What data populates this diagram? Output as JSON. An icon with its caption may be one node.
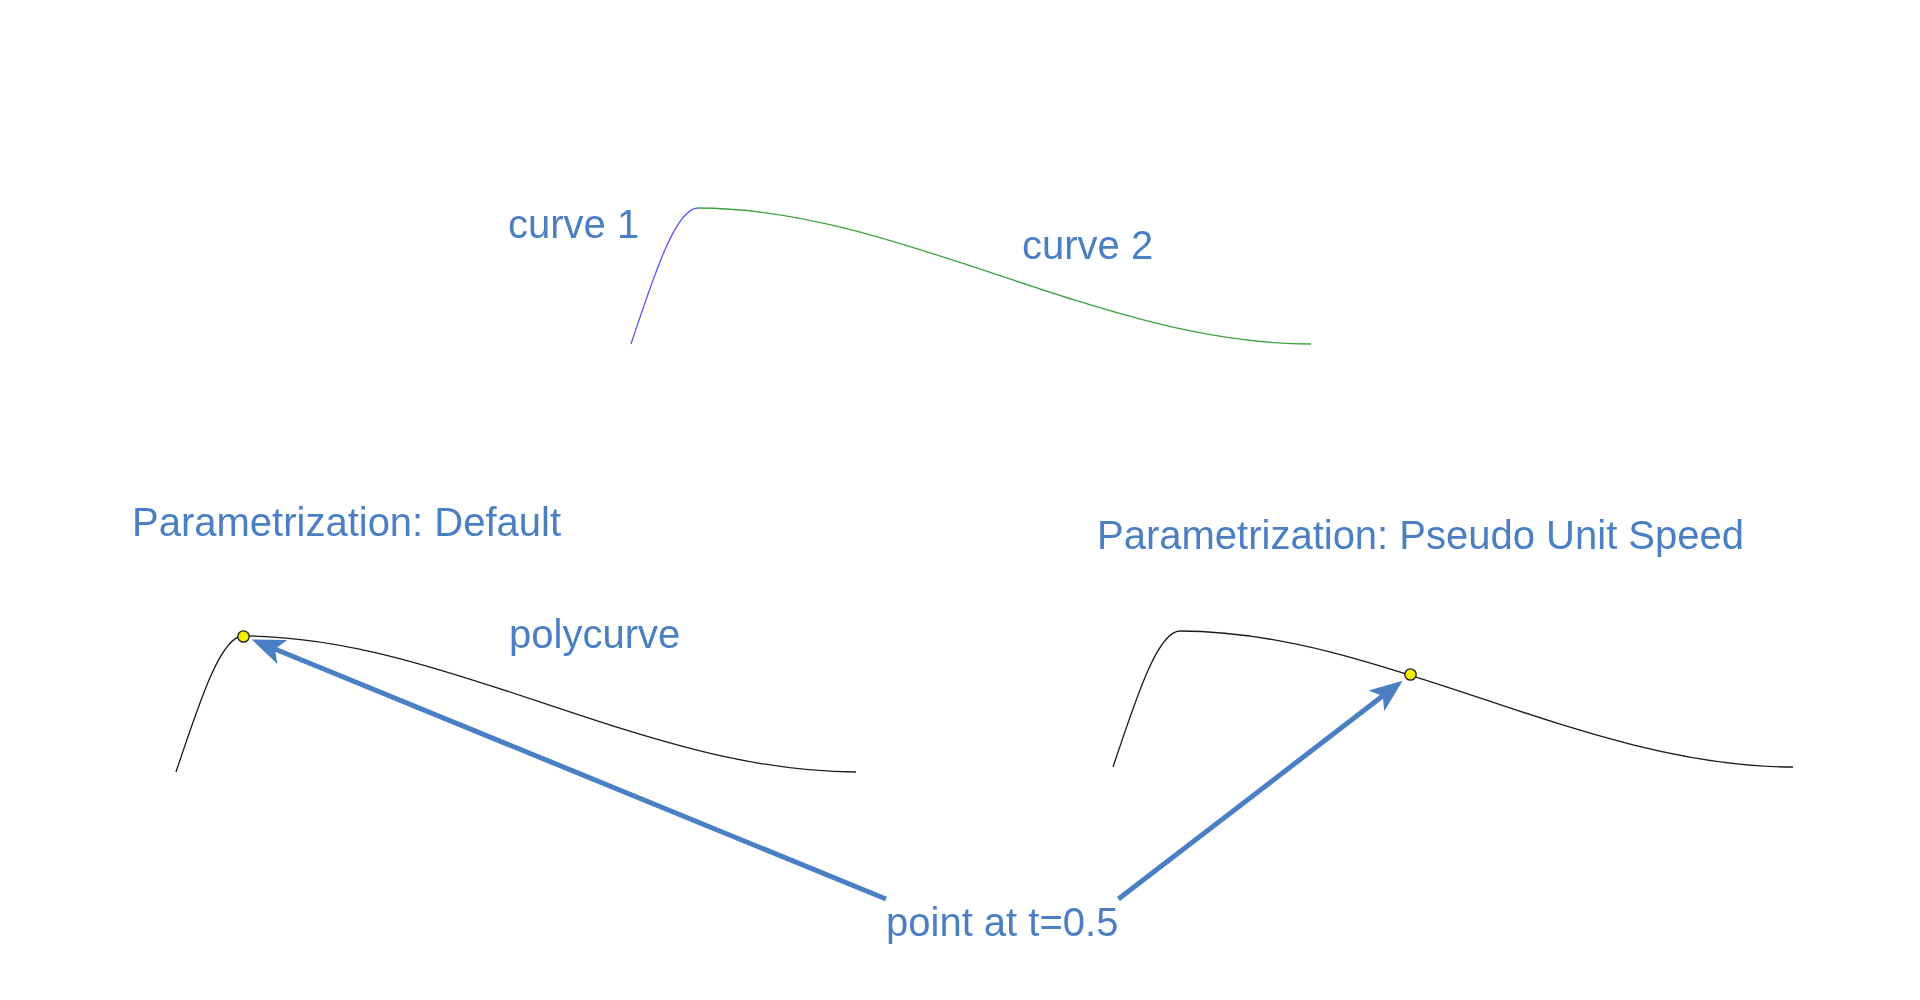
{
  "diagram": {
    "nodes": [
      {
        "text": [],
        "shape": "circle"
      },
      {
        "text": [],
        "shape": "circle"
      },
      {
        "text": [
          "point at t=0.5"
        ]
      }
    ],
    "edges": [
      {
        "from": 2,
        "to": 0,
        "arrow": "to"
      },
      {
        "from": 2,
        "to": 1,
        "arrow": "to"
      }
    ],
    "labels": [
      "curve 1",
      "curve 2",
      "Parametrization: Default",
      "Parametrization: Pseudo Unit Speed",
      "polycurve"
    ]
  }
}
